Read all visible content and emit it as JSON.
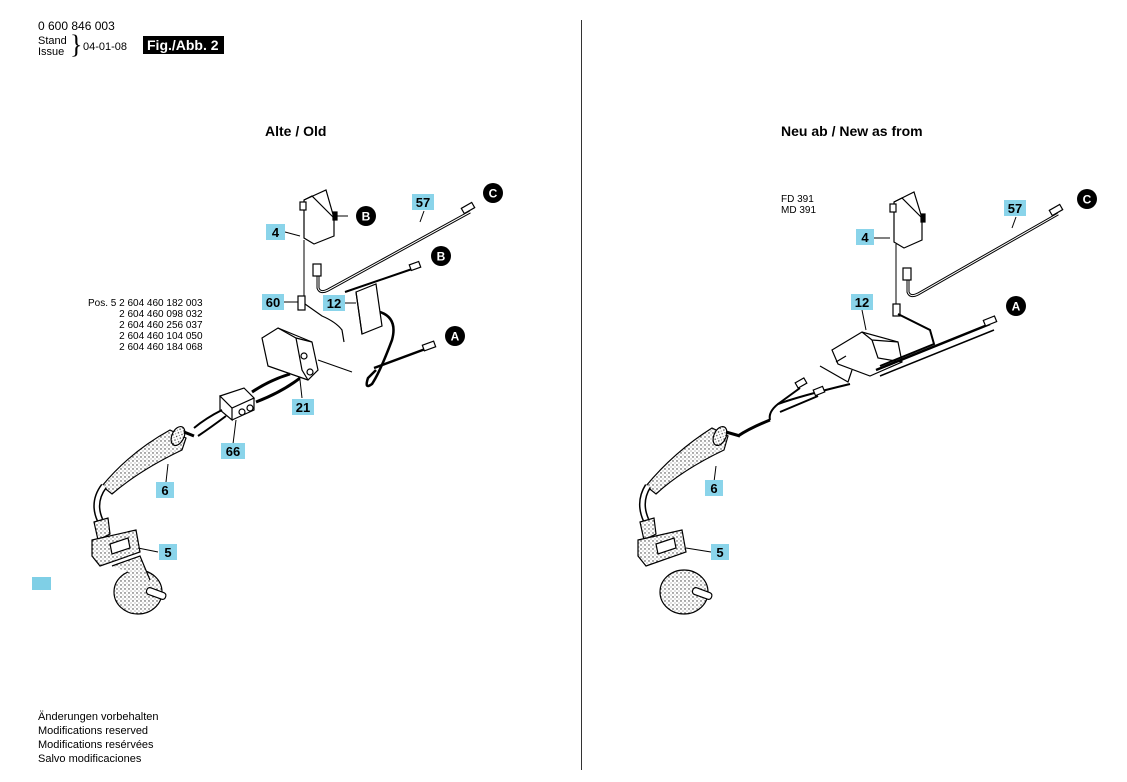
{
  "header": {
    "part_number": "0 600 846 003",
    "stand": "Stand",
    "issue": "Issue",
    "date": "04-01-08",
    "figure_label": "Fig./Abb. 2"
  },
  "left": {
    "title": "Alte / Old",
    "pos_lines": [
      "Pos. 5  2 604 460 182 003",
      "2 604 460 098 032",
      "2 604 460 256 037",
      "2 604 460 104 050",
      "2 604 460 184 068"
    ],
    "labels": {
      "l4": "4",
      "l57": "57",
      "l60": "60",
      "l12": "12",
      "l21": "21",
      "l66": "66",
      "l6": "6",
      "l5": "5"
    },
    "markers": {
      "c": "C",
      "b1": "B",
      "b2": "B",
      "a": "A"
    }
  },
  "right": {
    "title": "Neu ab / New as from",
    "model_lines": [
      "FD 391",
      "MD 391"
    ],
    "labels": {
      "l4": "4",
      "l57": "57",
      "l12": "12",
      "l6": "6",
      "l5": "5"
    },
    "markers": {
      "c": "C",
      "a": "A"
    }
  },
  "footer": {
    "lines": [
      "Änderungen vorbehalten",
      "Modifications reserved",
      "Modifications resérvées",
      "Salvo modificaciones"
    ]
  },
  "colors": {
    "label_fill": "#8ad4ea",
    "accent_square": "#7fcfe6"
  }
}
